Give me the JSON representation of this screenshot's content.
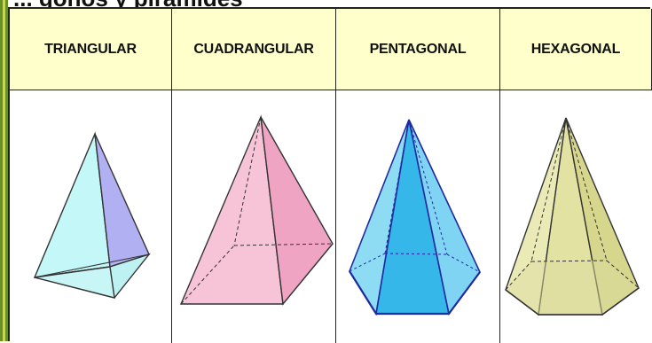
{
  "title": "... gonos y pirámides",
  "columns": [
    {
      "key": "triangular",
      "label": "TRIANGULAR"
    },
    {
      "key": "cuadrangular",
      "label": "CUADRANGULAR"
    },
    {
      "key": "pentagonal",
      "label": "PENTAGONAL"
    },
    {
      "key": "hexagonal",
      "label": "HEXAGONAL"
    }
  ],
  "colors": {
    "header_bg": "#ffffcc",
    "triangular": "#bff5f5",
    "cuadrangular": "#f6b7d0",
    "pentagonal": "#4fc8f0",
    "hexagonal": "#e6e6a8"
  }
}
